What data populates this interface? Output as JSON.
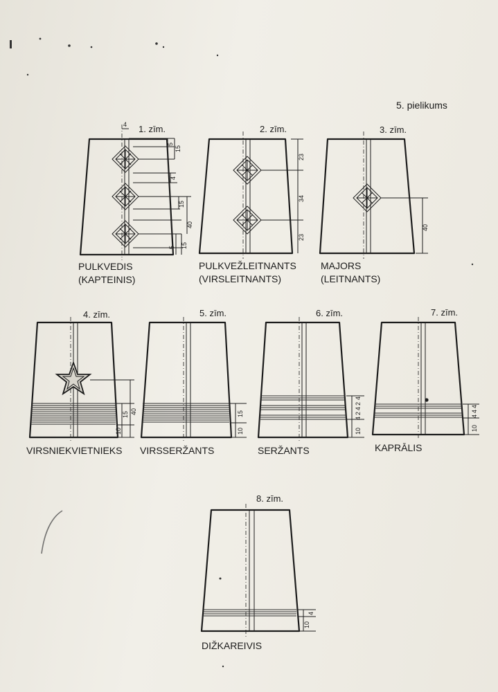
{
  "page": {
    "appendix": "5. pielikums"
  },
  "figures": [
    {
      "figure": "1. zīm.",
      "rank": "PULKVEDIS",
      "alt_rank": "(KAPTEINIS)",
      "insignia": "three rhombus stars",
      "dimensions": [
        "4",
        "5",
        "15",
        "4",
        "15",
        "40",
        "5",
        "15"
      ]
    },
    {
      "figure": "2. zīm.",
      "rank": "PULKVEŽLEITNANTS",
      "alt_rank": "(VIRSLEITNANTS)",
      "insignia": "two rhombus stars",
      "dimensions": [
        "23",
        "34",
        "23"
      ]
    },
    {
      "figure": "3. zīm.",
      "rank": "MAJORS",
      "alt_rank": "(LEITNANTS)",
      "insignia": "one rhombus star",
      "dimensions": [
        "40"
      ]
    },
    {
      "figure": "4. zīm.",
      "rank": "VIRSNIEKVIETNIEKS",
      "insignia": "five-point star and wide stripe",
      "dimensions": [
        "40",
        "15",
        "10"
      ]
    },
    {
      "figure": "5. zīm.",
      "rank": "VIRSSERŽANTS",
      "insignia": "wide stripe",
      "dimensions": [
        "15",
        "10"
      ]
    },
    {
      "figure": "6. zīm.",
      "rank": "SERŽANTS",
      "insignia": "three narrow stripes",
      "dimensions": [
        "4",
        "2",
        "4",
        "2",
        "4",
        "10"
      ]
    },
    {
      "figure": "7. zīm.",
      "rank": "KAPRĀLIS",
      "insignia": "two narrow stripes",
      "dimensions": [
        "4",
        "4",
        "4",
        "10"
      ]
    },
    {
      "figure": "8. zīm.",
      "rank": "DIŽKAREIVIS",
      "insignia": "one narrow stripe",
      "dimensions": [
        "4",
        "10"
      ]
    }
  ],
  "colors": {
    "ink": "#1c1c1c",
    "paper": "#eeebe3"
  }
}
